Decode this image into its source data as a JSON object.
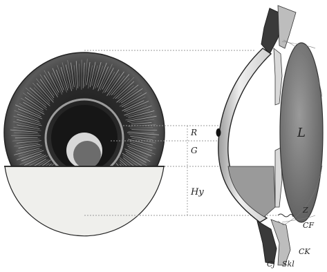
{
  "figure": {
    "labels": {
      "R": "R",
      "G": "G",
      "Hy": "Hy",
      "L": "L",
      "Z": "Z",
      "CF": "CF",
      "CK": "CK",
      "Cj": "Cj",
      "Skl": "Skl"
    },
    "colors": {
      "iris_dark": "#2b2b2b",
      "pupil": "#1a1a1a",
      "lens_fill": "#8a8a8a",
      "hypopyon": "#efefec",
      "sclera_band": "#3a3a3a",
      "cornea": "#e6e6e6",
      "guide_line": "#9a9a9a"
    }
  }
}
